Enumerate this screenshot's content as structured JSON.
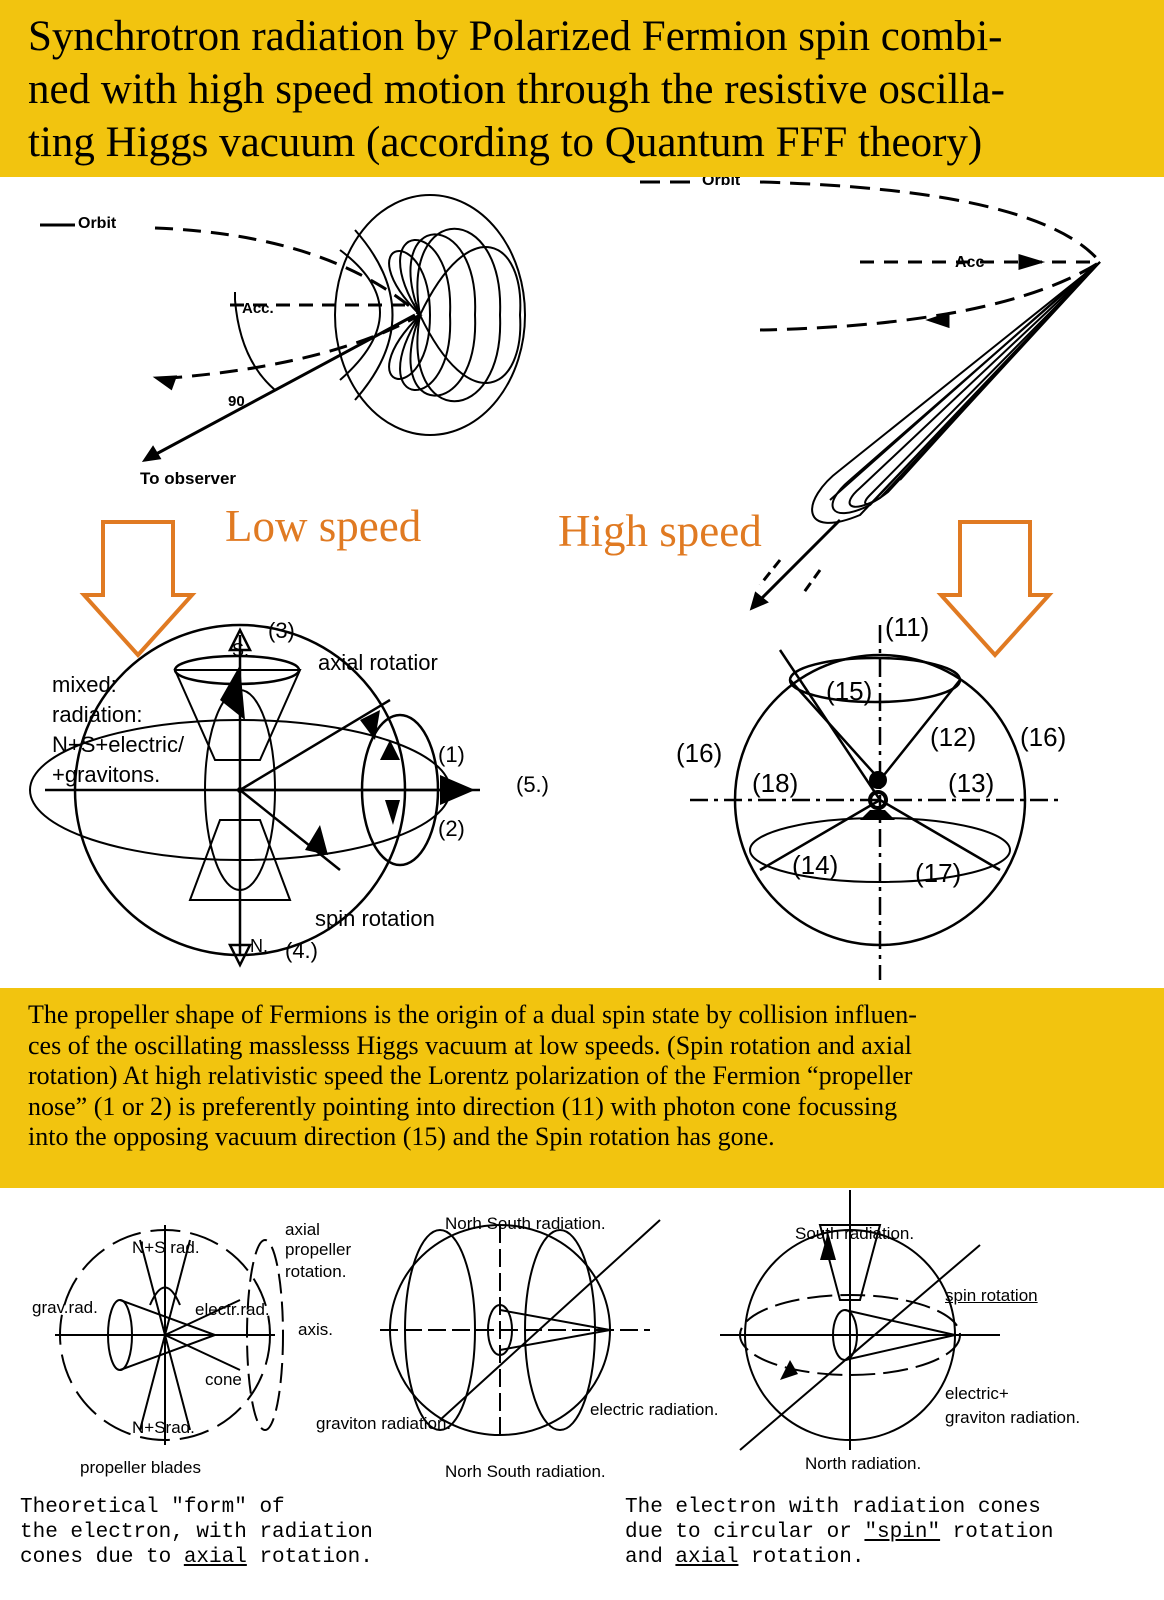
{
  "title": "Synchrotron radiation by Polarized Fermion spin combi-ned with high speed motion through the resistive oscilla-ting Higgs vacuum (according to Quantum FFF theory)",
  "title_lines": [
    "Synchrotron radiation by Polarized Fermion spin combi-",
    "ned with high speed motion through the resistive oscilla-",
    "ting Higgs vacuum (according to Quantum FFF theory)"
  ],
  "top_left": {
    "orbit": "Orbit",
    "acc": "Acc.",
    "angle": "90",
    "observer": "To observer"
  },
  "top_right": {
    "orbit": "Orbit",
    "acc": "Acc"
  },
  "speed_labels": {
    "low": "Low speed",
    "high": "High speed"
  },
  "accent_color": "#e07a22",
  "band_color": "#f2c40f",
  "mid_left": {
    "n3": "(3)",
    "s": "S.",
    "axial": "axial rotatior",
    "mixed": "mixed:",
    "radiation": "radiation:",
    "ns": "N+S+electric/",
    "grav": "+gravitons.",
    "n1": "(1)",
    "n2": "(2)",
    "n5": "(5.)",
    "spin": "spin rotation",
    "n": "N.",
    "n4": "(4.)"
  },
  "mid_right": {
    "n11": "(11)",
    "n15": "(15)",
    "n16a": "(16)",
    "n16b": "(16)",
    "n12": "(12)",
    "n18": "(18)",
    "n13": "(13)",
    "n14": "(14)",
    "n17": "(17)"
  },
  "caption_lines": [
    "The propeller shape of Fermions is the origin of a dual spin state by collision influen-",
    "ces of the oscillating masslesss Higgs vacuum at low speeds. (Spin rotation and axial",
    "rotation) At high relativistic speed the Lorentz polarization of the Fermion “propeller",
    "nose” (1 or 2) is preferently pointing into direction (11) with photon  cone focussing",
    "into the opposing vacuum direction (15) and the Spin rotation has gone."
  ],
  "bottom_left": {
    "axial": "axial",
    "propeller": "propeller",
    "rotation": "rotation.",
    "ns_rad": "N+S rad.",
    "grav": "grav.rad.",
    "electr": "electr.rad.",
    "axis": "axis.",
    "cone": "cone",
    "ns_rad2": "N+Srad.",
    "blades": "propeller blades"
  },
  "bottom_mid": {
    "ns_top": "Norh South radiation.",
    "electric": "electric radiation.",
    "graviton": "graviton radiation.",
    "ns_bottom": "Norh South radiation."
  },
  "bottom_right": {
    "south": "South radiation.",
    "spin": "spin rotation",
    "electric": "electric+",
    "graviton": "graviton radiation.",
    "north": "North radiation."
  },
  "caption_left": [
    "Theoretical \"form\" of",
    "the electron, with radiation",
    "cones due to ",
    "axial",
    " rotation."
  ],
  "caption_right": [
    "The electron with radiation cones",
    "due to circular or ",
    "\"spin\"",
    " rotation",
    "and ",
    "axial",
    " rotation."
  ]
}
